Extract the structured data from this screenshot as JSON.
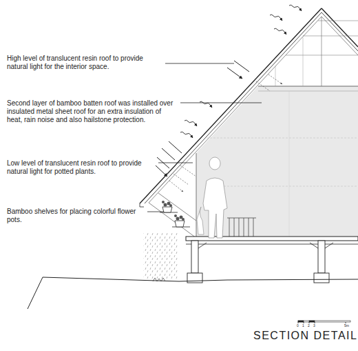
{
  "diagram": {
    "title": "SECTION DETAIL",
    "labels": [
      "High level of translucent resin roof to provide natural light for the interior space.",
      "Second layer of bamboo batten roof was installed over insulated metal sheet roof for an extra insulation of heat, rain noise and also hailstone protection.",
      "Low level of translucent resin roof to provide natural light for potted plants.",
      "Bamboo shelves for placing colorful flower pots.",
      "0",
      "1",
      "2",
      "3",
      "5m"
    ]
  }
}
